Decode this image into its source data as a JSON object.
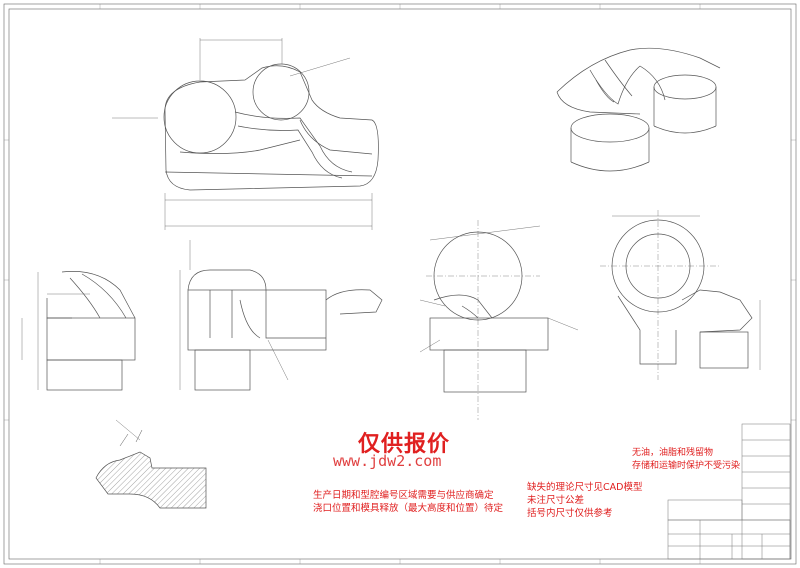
{
  "stamp": "仅供报价",
  "watermark": "www.jdw2.com",
  "notes_left": [
    "生产日期和型腔编号区域需要与供应商确定",
    "浇口位置和模具释放（最大高度和位置）待定"
  ],
  "notes_mid": [
    "缺失的理论尺寸见CAD模型",
    "未注尺寸公差",
    "括号内尺寸仅供参考"
  ],
  "notes_right": [
    "无油，油脂和残留物",
    "存储和运输时保护不受污染"
  ],
  "colors": {
    "line": "#555555",
    "red": "#e02020",
    "paper": "#ffffff"
  }
}
